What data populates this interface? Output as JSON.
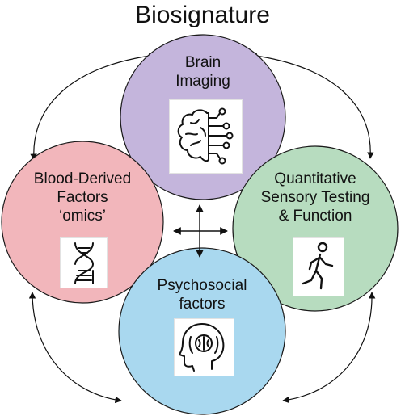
{
  "title": "Biosignature",
  "nodes": {
    "brain": {
      "line1": "Brain",
      "line2": "Imaging",
      "icon": "brain-circuit-icon",
      "fill": "#c4b5dc"
    },
    "blood": {
      "line1": "Blood-Derived",
      "line2": "Factors",
      "line3": "‘omics’",
      "icon": "dna-icon",
      "fill": "#f2b6bb"
    },
    "sensory": {
      "line1": "Quantitative",
      "line2": "Sensory Testing",
      "line3": "& Function",
      "icon": "walking-person-icon",
      "fill": "#b7dcbf"
    },
    "psych": {
      "line1": "Psychosocial",
      "line2": "factors",
      "icon": "head-brain-icon",
      "fill": "#a9d8ef"
    }
  },
  "colors": {
    "stroke": "#1a1a1a",
    "arrow": "#111111"
  }
}
